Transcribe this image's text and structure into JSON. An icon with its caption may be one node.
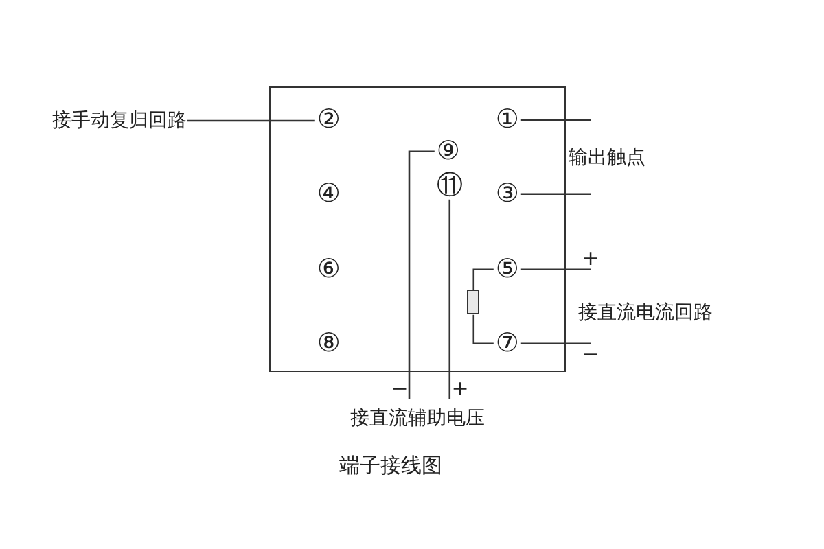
{
  "diagram": {
    "caption": "端子接线图",
    "nodes": [
      {
        "text": [],
        "shape": "box"
      },
      {
        "text": [
          "接手动复归回路"
        ]
      },
      {
        "text": [
          "②"
        ],
        "in": 0
      },
      {
        "text": [
          "①"
        ],
        "in": 0
      },
      {
        "text": [
          "⑨"
        ],
        "in": 0
      },
      {
        "text": [
          "⑪"
        ],
        "in": 0
      },
      {
        "text": [
          "④"
        ],
        "in": 0
      },
      {
        "text": [
          "③"
        ],
        "in": 0
      },
      {
        "text": [
          "⑥"
        ],
        "in": 0
      },
      {
        "text": [
          "⑤"
        ],
        "in": 0
      },
      {
        "text": [
          "⑧"
        ],
        "in": 0
      },
      {
        "text": [
          "⑦"
        ],
        "in": 0
      },
      {
        "text": [],
        "shape": "resistor",
        "in": 0
      },
      {
        "text": [
          "+"
        ]
      },
      {
        "text": [
          "−"
        ]
      },
      {
        "text": [
          "−"
        ]
      },
      {
        "text": [
          "+"
        ]
      }
    ],
    "edges": [
      {
        "from": 1,
        "to": 2,
        "arrow": "none"
      },
      {
        "from": 3,
        "to": null,
        "arrow": "none"
      },
      {
        "from": 7,
        "to": null,
        "arrow": "none"
      },
      {
        "from": 9,
        "to": 13,
        "arrow": "none"
      },
      {
        "from": 11,
        "to": 14,
        "arrow": "none"
      },
      {
        "from": 9,
        "to": 12,
        "arrow": "none"
      },
      {
        "from": 12,
        "to": 11,
        "arrow": "none"
      },
      {
        "from": 4,
        "to": 15,
        "arrow": "none"
      },
      {
        "from": 5,
        "to": 16,
        "arrow": "none"
      }
    ],
    "labels": [
      "输出触点",
      "接直流电流回路",
      "接直流辅助电压"
    ]
  }
}
